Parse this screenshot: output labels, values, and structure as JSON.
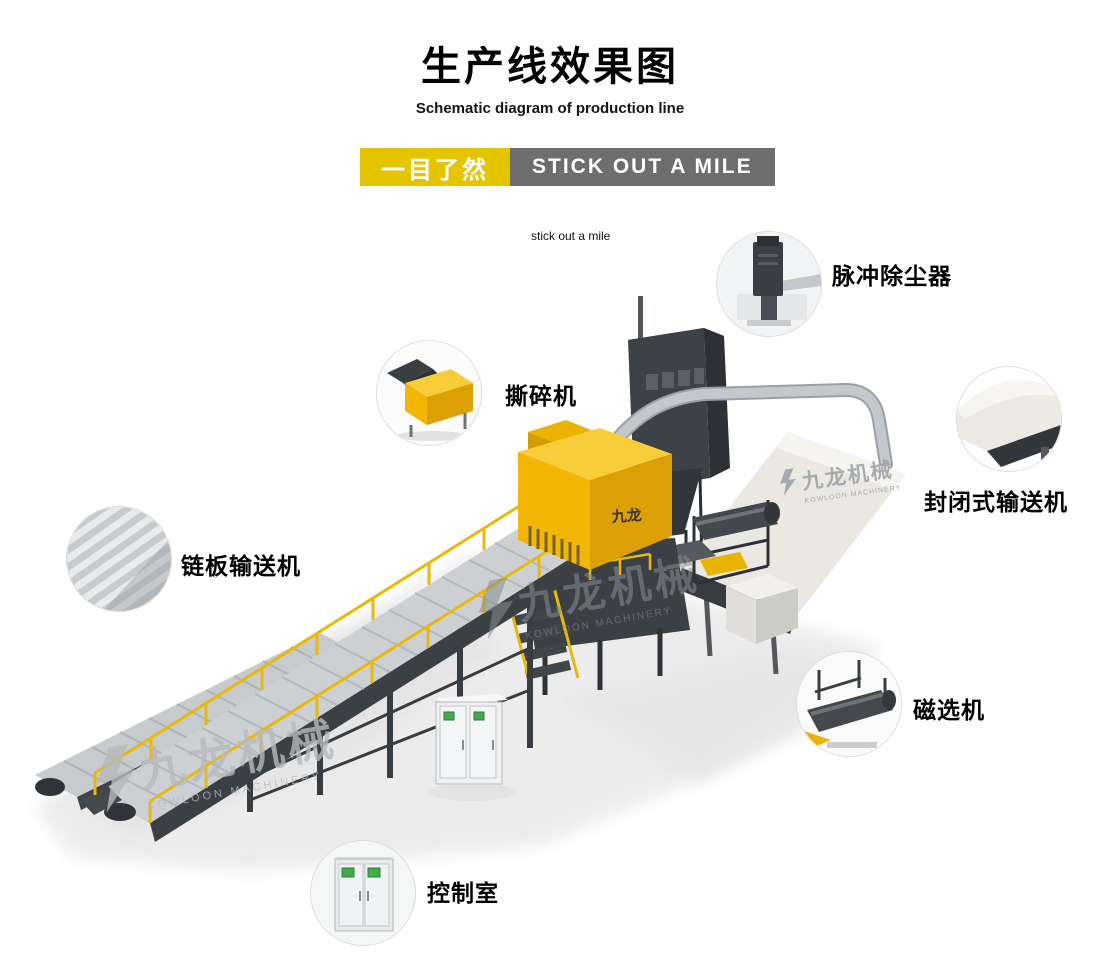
{
  "header": {
    "title": "生产线效果图",
    "subtitle": "Schematic diagram of production line",
    "banner_cn": "一目了然",
    "banner_en": "STICK OUT A MILE",
    "tagline": "stick out a mile"
  },
  "callouts": [
    {
      "id": "dust-collector",
      "label": "脉冲除尘器"
    },
    {
      "id": "shredder",
      "label": "撕碎机"
    },
    {
      "id": "enclosed-conveyor",
      "label": "封闭式输送机"
    },
    {
      "id": "chain-plate-conveyor",
      "label": "链板输送机"
    },
    {
      "id": "magnetic-separator",
      "label": "磁选机"
    },
    {
      "id": "control-room",
      "label": "控制室"
    }
  ],
  "machine_labels": {
    "shredder_brand": "九龙"
  },
  "watermark": {
    "cn": "九龙机械",
    "en": "KOWLOON MACHINERY"
  },
  "colors": {
    "accent_yellow": "#e5c400",
    "machine_yellow": "#f2b705",
    "banner_gray": "#6e6e6e",
    "metal_dark": "#3b4044",
    "conveyor_cream": "#eae8e1"
  }
}
